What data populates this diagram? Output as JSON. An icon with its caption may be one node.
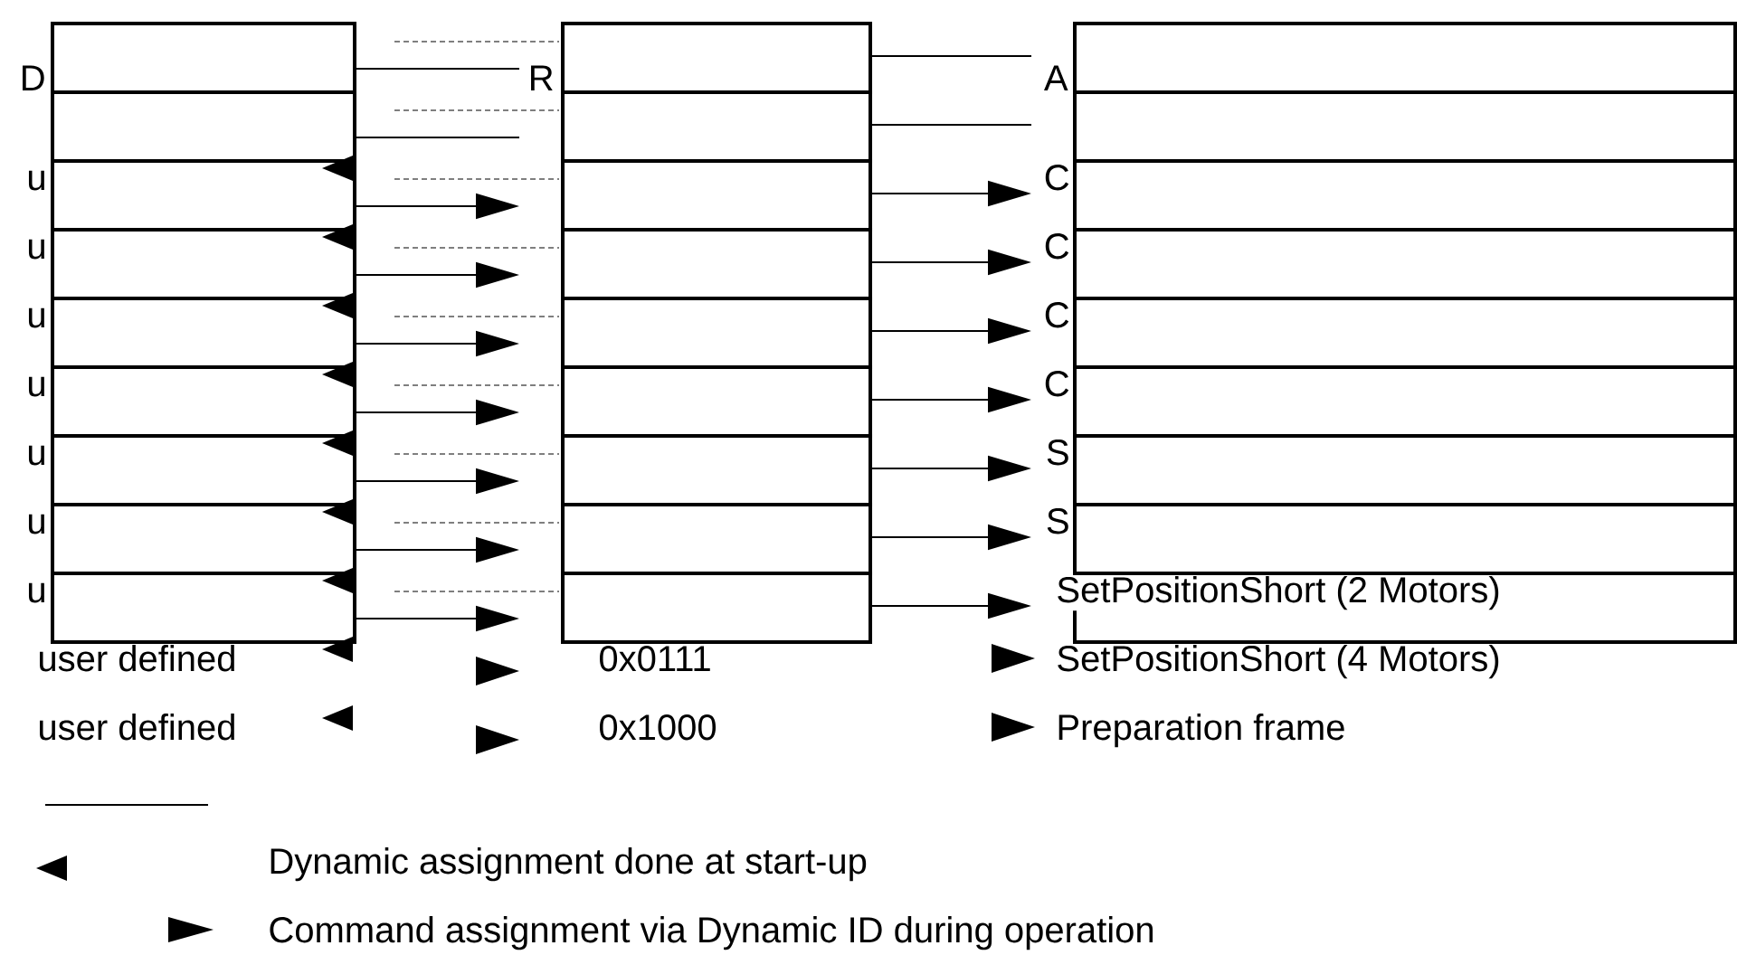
{
  "diagram": {
    "nodes": [
      {
        "text": [],
        "shape": "box"
      },
      {
        "text": [],
        "shape": "box"
      },
      {
        "text": [],
        "shape": "box"
      },
      {
        "text": [],
        "shape": "box"
      },
      {
        "text": [],
        "shape": "box"
      },
      {
        "text": [],
        "shape": "box"
      },
      {
        "text": [],
        "shape": "box"
      },
      {
        "text": [],
        "shape": "box"
      },
      {
        "text": [],
        "shape": "box"
      },
      {
        "text": [],
        "shape": "box"
      },
      {
        "text": [],
        "shape": "box"
      },
      {
        "text": [],
        "shape": "box"
      },
      {
        "text": [],
        "shape": "box"
      },
      {
        "text": [],
        "shape": "box"
      },
      {
        "text": [],
        "shape": "box"
      },
      {
        "text": [],
        "shape": "box"
      },
      {
        "text": [],
        "shape": "box"
      },
      {
        "text": [],
        "shape": "box"
      },
      {
        "text": [],
        "shape": "box"
      },
      {
        "text": [],
        "shape": "box"
      },
      {
        "text": [],
        "shape": "box"
      },
      {
        "text": [],
        "shape": "box"
      },
      {
        "text": [],
        "shape": "box"
      },
      {
        "text": [],
        "shape": "box"
      },
      {
        "text": [],
        "shape": "box"
      },
      {
        "text": [],
        "shape": "box"
      },
      {
        "text": [],
        "shape": "box"
      }
    ],
    "edges": [
      {
        "from": 0,
        "to": 1,
        "arrow": "none"
      },
      {
        "from": 1,
        "to": 2,
        "arrow": "none"
      },
      {
        "from": 3,
        "to": 4,
        "arrow": "none"
      },
      {
        "from": 4,
        "to": 5,
        "arrow": "none"
      },
      {
        "from": 6,
        "to": 7,
        "arrow": "to"
      },
      {
        "from": 7,
        "to": 8,
        "arrow": "to"
      },
      {
        "from": 9,
        "to": 10,
        "arrow": "to"
      },
      {
        "from": 10,
        "to": 11,
        "arrow": "to"
      },
      {
        "from": 12,
        "to": 13,
        "arrow": "to"
      },
      {
        "from": 13,
        "to": 14,
        "arrow": "to"
      },
      {
        "from": 15,
        "to": 16,
        "arrow": "to"
      },
      {
        "from": 16,
        "to": 17,
        "arrow": "to"
      },
      {
        "from": 18,
        "to": 19,
        "arrow": "to"
      },
      {
        "from": 19,
        "to": 20,
        "arrow": "to"
      },
      {
        "from": 21,
        "to": 22,
        "arrow": "to"
      },
      {
        "from": 22,
        "to": 23,
        "arrow": "to"
      },
      {
        "from": 24,
        "to": 25,
        "arrow": "to"
      },
      {
        "from": 25,
        "to": 26,
        "arrow": "to"
      }
    ],
    "labels": [
      "D",
      "R",
      "A",
      "u",
      "C",
      "u",
      "C",
      "u",
      "C",
      "u",
      "C",
      "u",
      "S",
      "u",
      "S",
      "u",
      "SetPositionShort (2 Motors)",
      "user defined",
      "0x0111",
      "SetPositionShort (4 Motors)",
      "user defined",
      "0x1000",
      "Preparation frame"
    ],
    "legend": [
      {
        "text": "Dynamic assignment done at start-up"
      },
      {
        "text": "Command assignment via Dynamic ID during operation"
      }
    ]
  }
}
